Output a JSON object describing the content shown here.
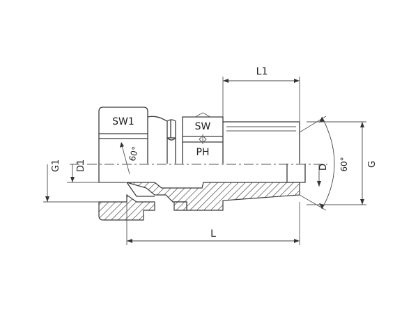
{
  "labels": {
    "sw1": "SW1",
    "sw": "SW",
    "ph": "PH",
    "l1": "L1",
    "l": "L",
    "g1": "G1",
    "d1": "D1",
    "d": "D",
    "g": "G",
    "angle_left": "60°",
    "angle_right": "60°"
  }
}
